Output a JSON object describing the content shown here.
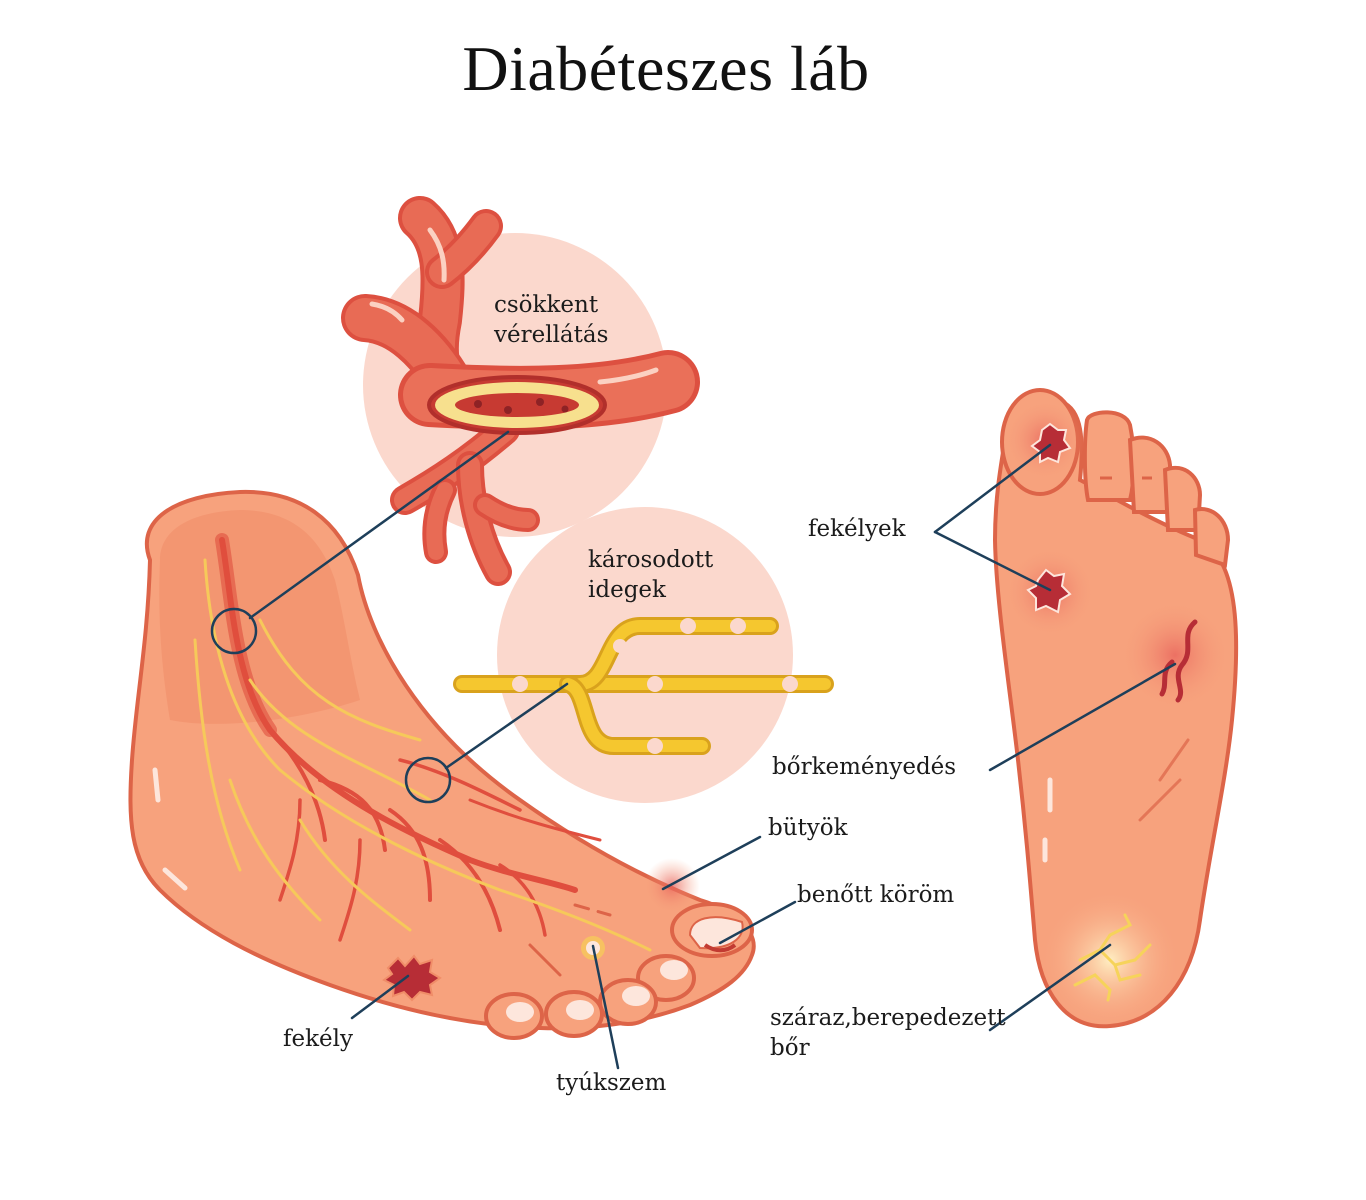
{
  "title": "Diabéteszes láb",
  "labels": {
    "blood_supply": [
      "csökkent",
      "vérellátás"
    ],
    "nerves": [
      "károsodott",
      "idegek"
    ],
    "ulcers": "fekélyek",
    "callus": "bőrkeményedés",
    "bunion": "bütyök",
    "ingrown_nail": "benőtt köröm",
    "dry_skin": [
      "száraz,berepedezett",
      "bőr"
    ],
    "ulcer": "fekély",
    "corn": "tyúkszem"
  },
  "colors": {
    "skin": "#f7a27d",
    "skin_dark": "#f08d68",
    "outline": "#dd6448",
    "vessel": "#e04e3e",
    "vessel_dark": "#c23b32",
    "nerve": "#f4c02c",
    "wound": "#b72d36",
    "callout_bubble": "#fbd8cd",
    "leader_line": "#1e3f5a"
  }
}
